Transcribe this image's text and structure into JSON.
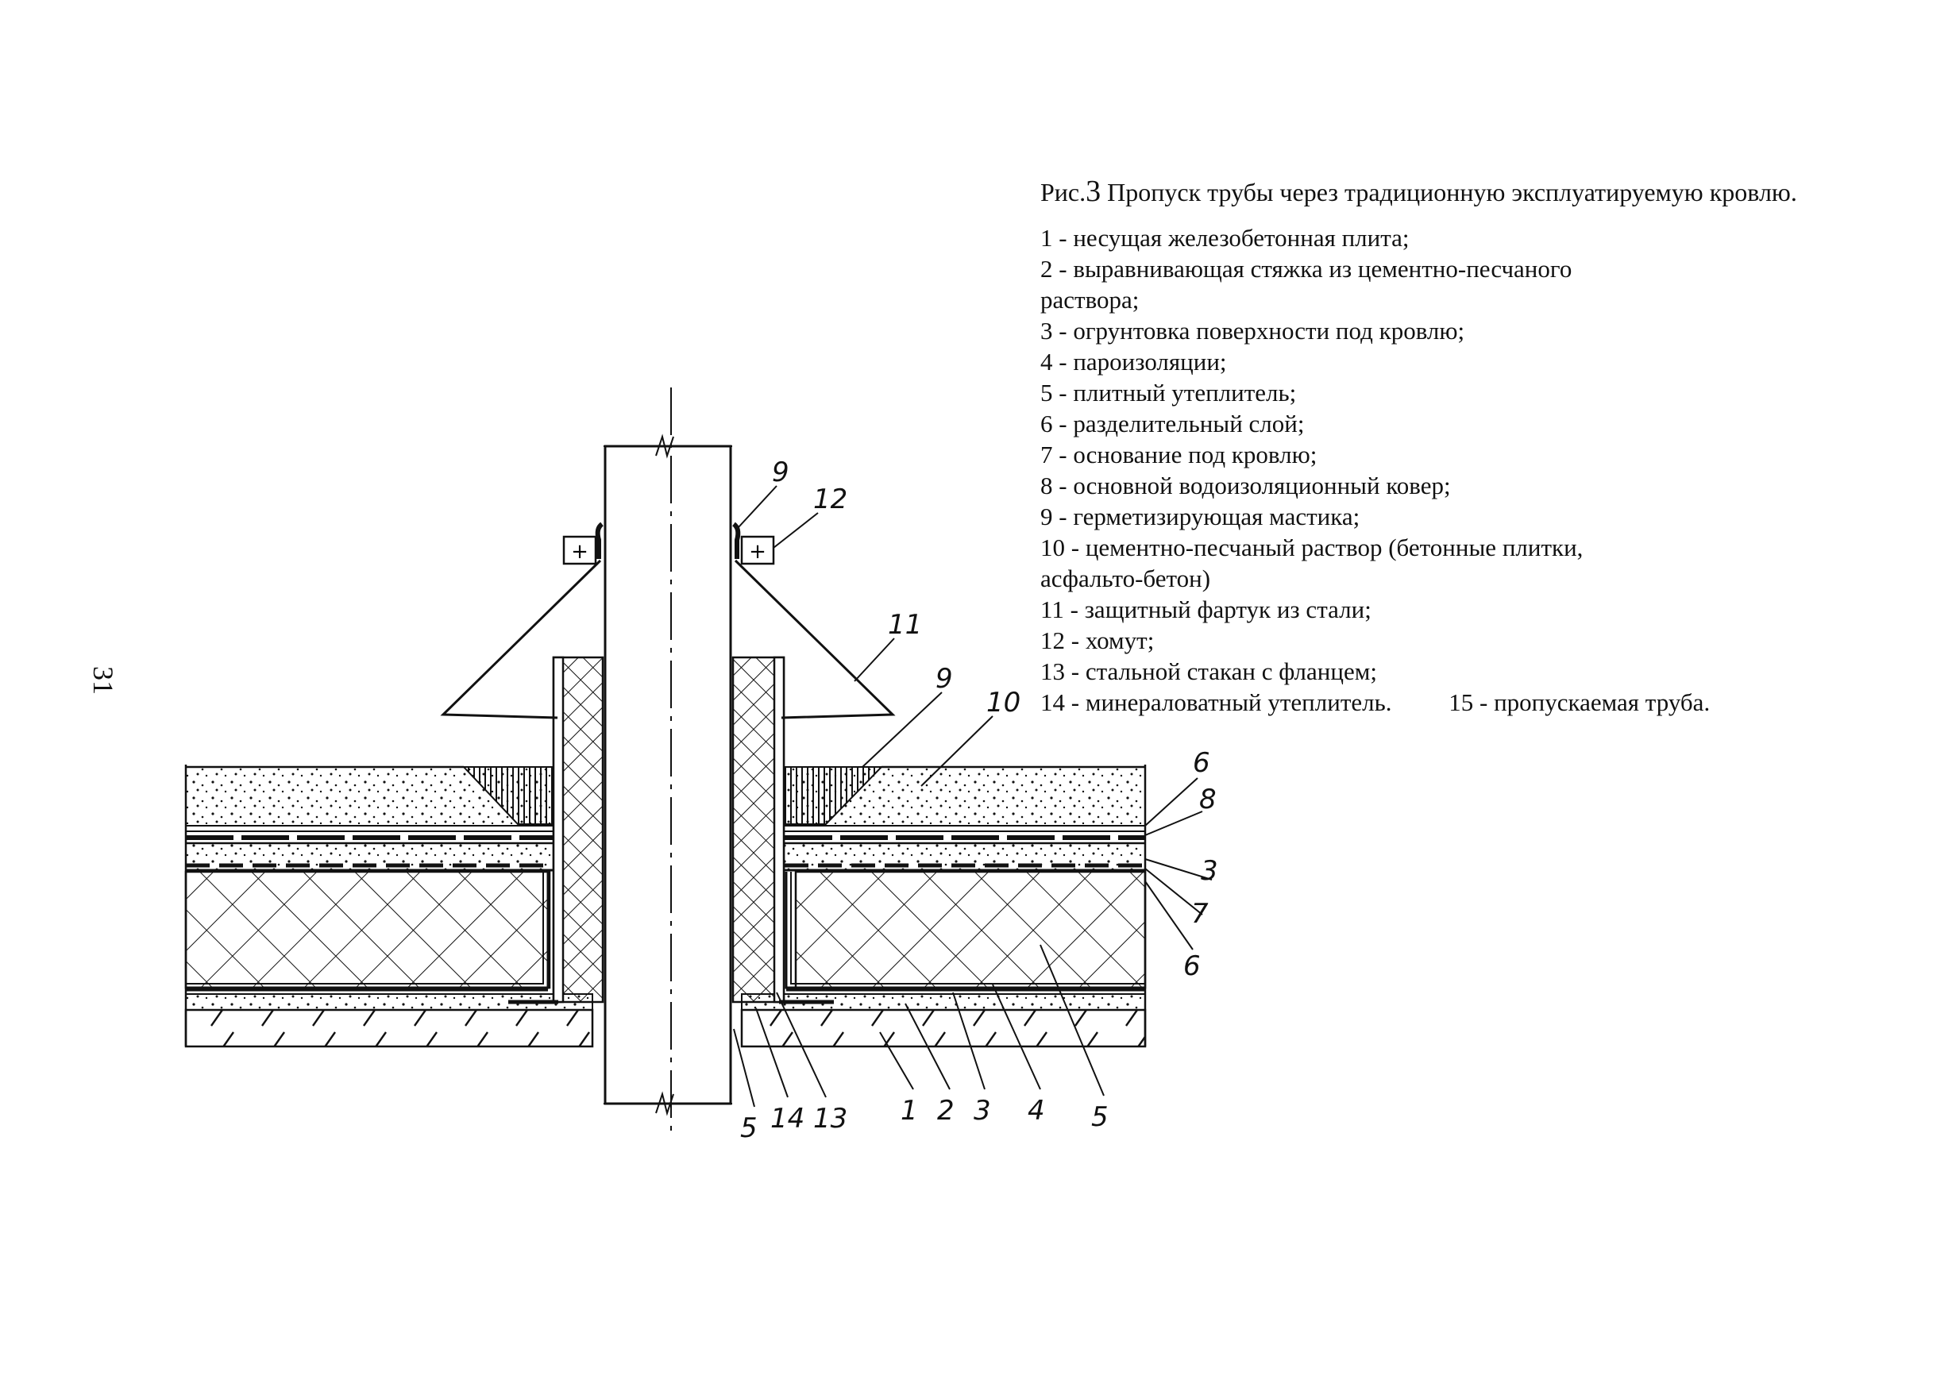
{
  "page_number": "31",
  "caption": {
    "prefix": "Рис.",
    "number": "3",
    "text": "Пропуск трубы через традиционную эксплуатируемую кровлю."
  },
  "legend": [
    {
      "num": "1",
      "text": "несущая железобетонная плита;"
    },
    {
      "num": "2",
      "text": "выравнивающая стяжка из цементно-песчаного раствора;"
    },
    {
      "num": "3",
      "text": "огрунтовка поверхности под кровлю;"
    },
    {
      "num": "4",
      "text": "пароизоляции;"
    },
    {
      "num": "5",
      "text": "плитный утеплитель;"
    },
    {
      "num": "6",
      "text": "разделительный слой;"
    },
    {
      "num": "7",
      "text": "основание под кровлю;"
    },
    {
      "num": "8",
      "text": "основной водоизоляционный ковер;"
    },
    {
      "num": "9",
      "text": "герметизирующая мастика;"
    },
    {
      "num": "10",
      "text": "цементно-песчаный раствор (бетонные плитки, асфальто-бетон)"
    },
    {
      "num": "11",
      "text": "защитный фартук из стали;"
    },
    {
      "num": "12",
      "text": "хомут;"
    },
    {
      "num": "13",
      "text": "стальной стакан с фланцем;"
    },
    {
      "num": "14",
      "text": "минераловатный утеплитель."
    },
    {
      "num": "15",
      "text": "пропускаемая труба."
    }
  ],
  "callouts": {
    "c9a": "9",
    "c12": "12",
    "c11": "11",
    "c9b": "9",
    "c10": "10",
    "c6a": "6",
    "c8": "8",
    "c3a": "3",
    "c7": "7",
    "c6b": "6",
    "b5a": "5",
    "b14": "14",
    "b13": "13",
    "b1": "1",
    "b2": "2",
    "b3": "3",
    "b4": "4",
    "b5b": "5"
  },
  "clamp_symbol": "+",
  "colors": {
    "ink": "#111111",
    "paper": "#ffffff"
  }
}
